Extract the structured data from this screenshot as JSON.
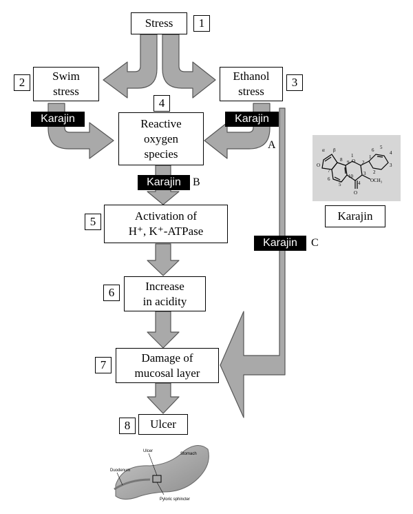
{
  "nodes": {
    "stress": "Stress",
    "swim": [
      "Swim",
      "stress"
    ],
    "ethanol": [
      "Ethanol",
      "stress"
    ],
    "ros": [
      "Reactive",
      "oxygen",
      "species"
    ],
    "atpase_line1": "Activation of",
    "atpase_line2": "H⁺, K⁺-ATPase",
    "acidity": [
      "Increase",
      "in acidity"
    ],
    "damage": [
      "Damage of",
      "mucosal layer"
    ],
    "ulcer": "Ulcer"
  },
  "numbers": [
    "1",
    "2",
    "3",
    "4",
    "5",
    "6",
    "7",
    "8"
  ],
  "inhibitor": "Karajin",
  "markers": {
    "a": "A",
    "b": "B",
    "c": "C"
  },
  "structure": {
    "caption": "Karajin",
    "atom_labels": [
      "α",
      "β",
      "O",
      "1",
      "2",
      "3",
      "4",
      "5",
      "6",
      "7",
      "8",
      "9",
      "10",
      "O",
      "OCH₃",
      "O"
    ],
    "phenyl_labels": [
      "1",
      "2",
      "3",
      "4",
      "5",
      "6"
    ]
  },
  "stomach_labels": [
    "Duodenum",
    "Ulcer",
    "Stomach",
    "Pyloric sphincter"
  ],
  "colors": {
    "arrow_fill": "#a9a9a9",
    "arrow_stroke": "#555555",
    "label_bg": "#000000",
    "structure_bg": "#d6d6d6"
  }
}
